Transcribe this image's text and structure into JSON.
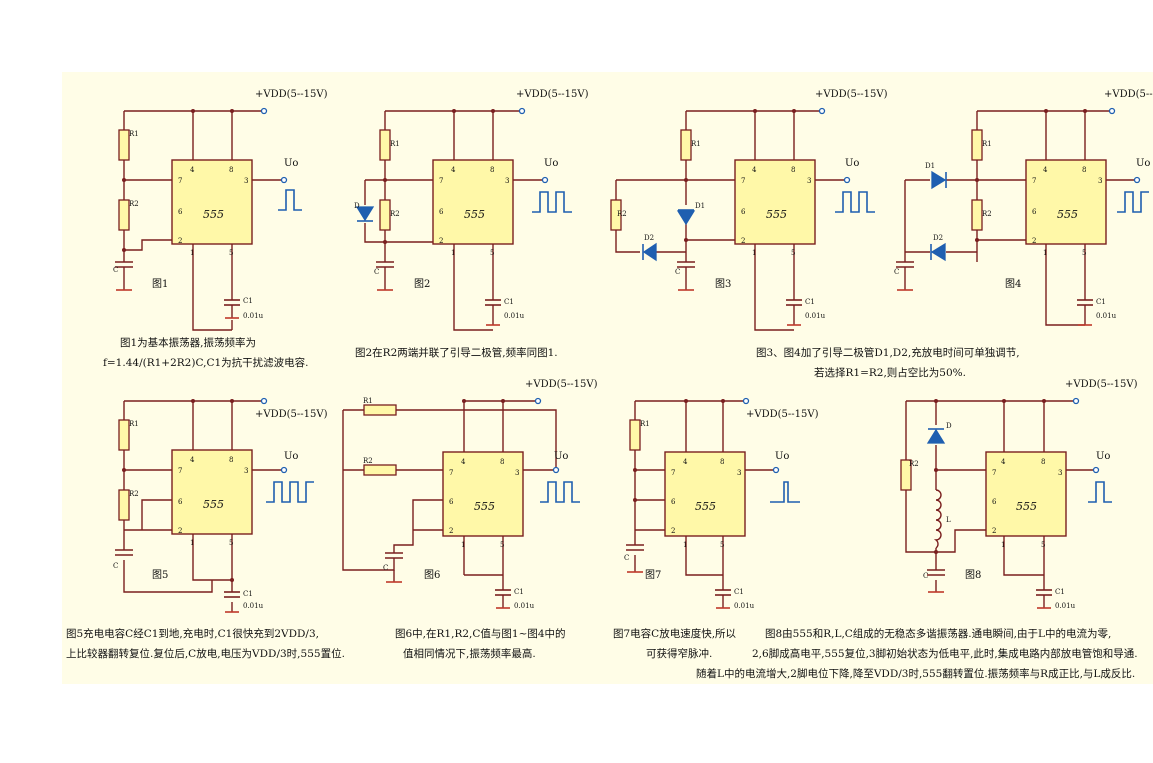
{
  "vdd_label": "+VDD(5--15V)",
  "output_label": "Uo",
  "ic_label": "555",
  "pins": {
    "p7": "7",
    "p4": "4",
    "p8": "8",
    "p3": "3",
    "p6": "6",
    "p2": "2",
    "p1": "1",
    "p5": "5"
  },
  "components": {
    "R1": "R1",
    "R2": "R2",
    "C": "C",
    "C1": "C1",
    "C1_value": "0.01u",
    "D": "D",
    "D1": "D1",
    "D2": "D2",
    "L": "L"
  },
  "figures": [
    "图1",
    "图2",
    "图3",
    "图4",
    "图5",
    "图6",
    "图7",
    "图8"
  ],
  "captions": {
    "fig1_line1": "图1为基本振荡器,振荡频率为",
    "fig1_line2": "f=1.44/(R1+2R2)C,C1为抗干扰滤波电容.",
    "fig2": "图2在R2两端并联了引导二极管,频率同图1.",
    "fig34_line1": "图3、图4加了引导二极管D1,D2,充放电时间可单独调节,",
    "fig34_line2": "若选择R1=R2,则占空比为50%.",
    "fig5_line1": "图5充电电容C经C1到地,充电时,C1很快充到2VDD/3,",
    "fig5_line2": "上比较器翻转复位.复位后,C放电,电压为VDD/3时,555置位.",
    "fig6_line1": "图6中,在R1,R2,C值与图1~图4中的",
    "fig6_line2": "值相同情况下,振荡频率最高.",
    "fig7_line1": "图7电容C放电速度快,所以",
    "fig7_line2": "可获得窄脉冲.",
    "fig8_line1": "图8由555和R,L,C组成的无稳态多谐振荡器.通电瞬间,由于L中的电流为零,",
    "fig8_line2": "2,6脚成高电平,555复位,3脚初始状态为低电平,此时,集成电路内部放电管饱和导通.",
    "fig8_line3": "随着L中的电流增大,2脚电位下降,降至VDD/3时,555翻转置位.振荡频率与R成正比,与L成反比."
  }
}
